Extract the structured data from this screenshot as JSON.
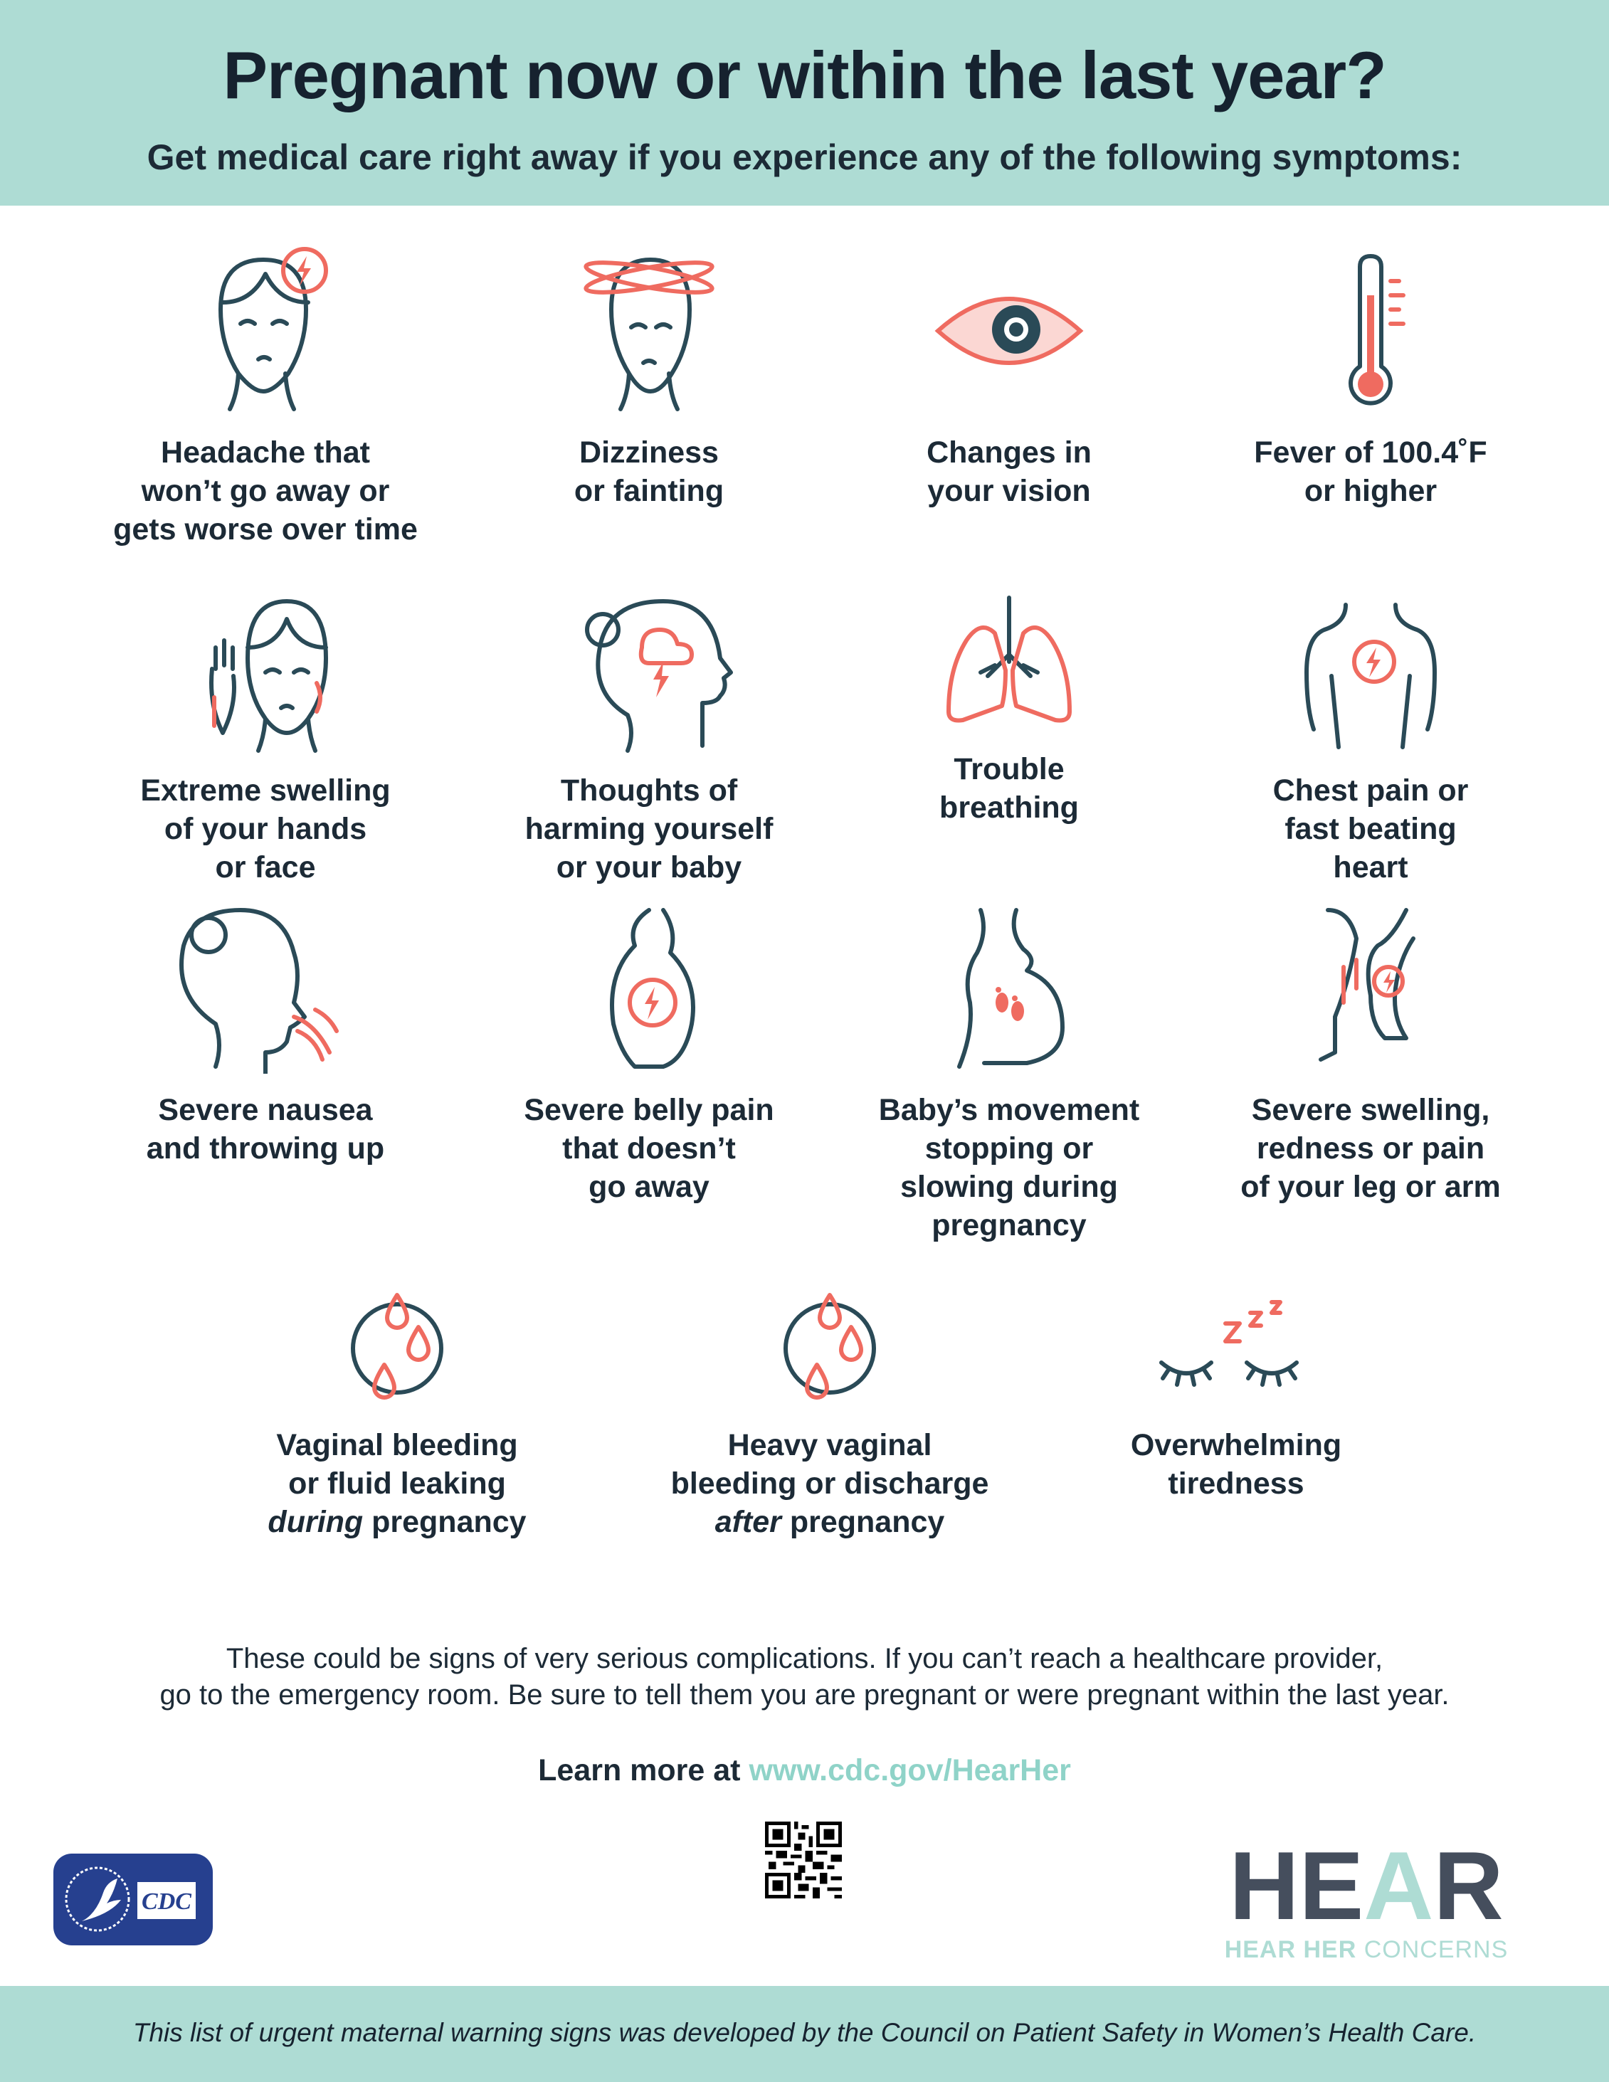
{
  "header": {
    "title": "Pregnant now or within the last year?",
    "subtitle": "Get medical care right away if you experience any of the following symptoms:"
  },
  "symptoms": [
    {
      "icon": "headache-icon",
      "lines": [
        "Headache that",
        "won’t go away or",
        "gets worse over time"
      ]
    },
    {
      "icon": "dizziness-icon",
      "lines": [
        "Dizziness",
        "or fainting"
      ]
    },
    {
      "icon": "eye-icon",
      "lines": [
        "Changes in",
        "your vision"
      ]
    },
    {
      "icon": "thermometer-icon",
      "lines": [
        "Fever of 100.4˚F",
        "or higher"
      ]
    },
    {
      "icon": "swollen-face-hand-icon",
      "lines": [
        "Extreme swelling",
        "of your hands",
        "or face"
      ]
    },
    {
      "icon": "storm-head-icon",
      "lines": [
        "Thoughts of",
        "harming yourself",
        "or your baby"
      ]
    },
    {
      "icon": "lungs-icon",
      "lines": [
        "Trouble",
        "breathing"
      ]
    },
    {
      "icon": "chest-pain-icon",
      "lines": [
        "Chest pain or",
        "fast beating",
        "heart"
      ]
    },
    {
      "icon": "nausea-icon",
      "lines": [
        "Severe nausea",
        "and throwing up"
      ]
    },
    {
      "icon": "belly-pain-icon",
      "lines": [
        "Severe belly pain",
        "that doesn’t",
        "go away"
      ]
    },
    {
      "icon": "baby-movement-icon",
      "lines": [
        "Baby’s movement",
        "stopping or",
        "slowing during",
        "pregnancy"
      ]
    },
    {
      "icon": "leg-pain-icon",
      "lines": [
        "Severe swelling,",
        "redness or pain",
        "of your leg or arm"
      ]
    },
    {
      "icon": "drops-icon",
      "lines": [
        "Vaginal bleeding",
        "or fluid leaking"
      ],
      "em": "during",
      "rest": " pregnancy"
    },
    {
      "icon": "drops-icon",
      "lines": [
        "Heavy vaginal",
        "bleeding or discharge"
      ],
      "em": "after",
      "rest": " pregnancy"
    },
    {
      "icon": "sleep-icon",
      "lines": [
        "Overwhelming",
        "tiredness"
      ]
    }
  ],
  "paragraph": {
    "line1": "These could be signs of very serious complications. If you can’t reach a healthcare provider,",
    "line2": "go to the emergency room. Be sure to tell them you are pregnant or were pregnant within the last year."
  },
  "learn_more": {
    "prefix": "Learn more at ",
    "link": "www.cdc.gov/HearHer"
  },
  "logos": {
    "cdc": "CDC",
    "hear_h": "HE",
    "hear_a": "A",
    "hear_r": "R",
    "hear_bold": "HEAR HER",
    "hear_rest": " CONCERNS"
  },
  "footer": {
    "text": "This list of urgent maternal warning signs was developed by the Council on Patient Safety in Women’s Health Care."
  },
  "colors": {
    "teal": "#aedcd4",
    "navy": "#16222f",
    "icon_stroke": "#2a4a57",
    "coral": "#ef6b60",
    "link": "#8fd3c8",
    "cdc_blue": "#26408f",
    "hear_gray": "#454e5d"
  }
}
